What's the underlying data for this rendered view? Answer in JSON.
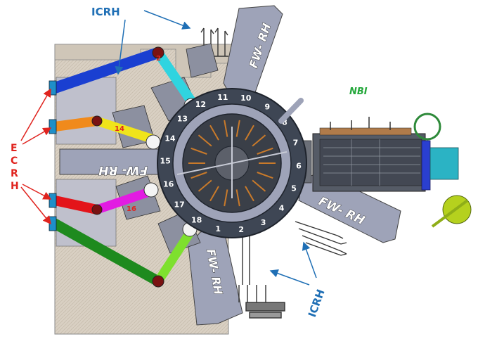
{
  "labels": {
    "icrh_top": "ICRH",
    "icrh_bottom": "ICRH",
    "nbi": "NBI",
    "ecrh_letters": [
      "E",
      "C",
      "R",
      "H"
    ],
    "fw_rh": [
      "FW- RH",
      "FW- RH",
      "FW- RH",
      "FW- RH"
    ],
    "beam_numbers": [
      "2",
      "14",
      "16"
    ]
  },
  "ports": [
    "1",
    "2",
    "3",
    "4",
    "5",
    "6",
    "7",
    "8",
    "9",
    "10",
    "11",
    "12",
    "13",
    "14",
    "15",
    "16",
    "17",
    "18"
  ],
  "colors": {
    "callout_blue": "#1f6fb5",
    "callout_red": "#e0231e",
    "nbi_green": "#25a83c",
    "ring": "#3e4654",
    "hall": "#d9d0c3",
    "arm_blue": "#1a3fd1",
    "arm_cyan": "#2fd4e0",
    "arm_orange": "#f08a1c",
    "arm_yellow": "#f0e41a",
    "arm_red": "#e3141a",
    "arm_magenta": "#e21be2",
    "arm_green": "#1e8a1e",
    "arm_lime": "#7ee02e"
  }
}
